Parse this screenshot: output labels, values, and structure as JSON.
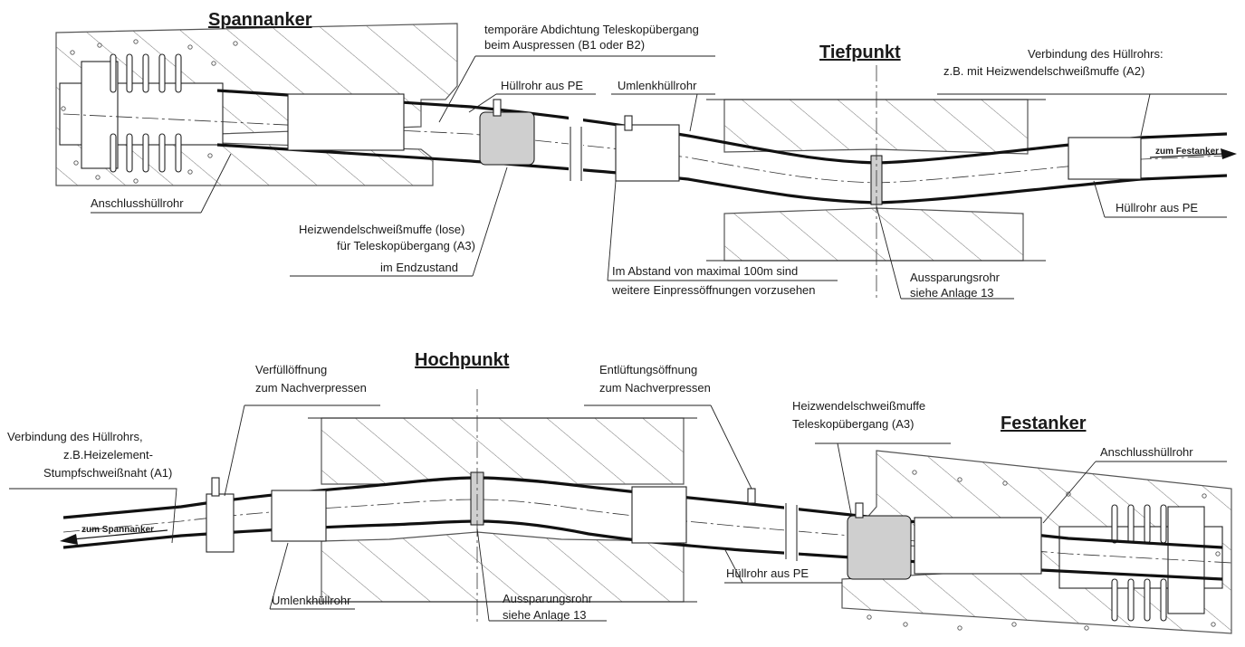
{
  "titles": {
    "spannanker": "Spannanker",
    "tiefpunkt": "Tiefpunkt",
    "hochpunkt": "Hochpunkt",
    "festanker": "Festanker"
  },
  "top_labels": {
    "temp_abdichtung_1": "temporäre Abdichtung Teleskopübergang",
    "temp_abdichtung_2": "beim Auspressen (B1 oder B2)",
    "huellrohr_pe_1": "Hüllrohr aus PE",
    "umlenkhuellrohr_1": "Umlenkhüllrohr",
    "verbindung_a2_1": "Verbindung des Hüllrohrs:",
    "verbindung_a2_2": "z.B. mit Heizwendelschweißmuffe (A2)",
    "anschlusshuellrohr_1": "Anschlusshüllrohr",
    "heizwendel_lose_1": "Heizwendelschweißmuffe (lose)",
    "heizwendel_lose_2": "für Teleskopübergang (A3)",
    "heizwendel_lose_3": "im Endzustand",
    "abstand_1": "Im Abstand von maximal 100m sind",
    "abstand_2": "weitere Einpressöffnungen vorzusehen",
    "aussparung_1a": "Aussparungsrohr",
    "aussparung_1b": "siehe Anlage 13",
    "huellrohr_pe_2": "Hüllrohr aus PE",
    "zum_festanker": "zum Festanker"
  },
  "bottom_labels": {
    "verfuell_1": "Verfüllöffnung",
    "verfuell_2": "zum Nachverpressen",
    "entlueft_1": "Entlüftungsöffnung",
    "entlueft_2": "zum Nachverpressen",
    "heizwendel_a3_1": "Heizwendelschweißmuffe",
    "heizwendel_a3_2": "Teleskopübergang (A3)",
    "anschlusshuellrohr_2": "Anschlusshüllrohr",
    "verbindung_a1_1": "Verbindung des Hüllrohrs,",
    "verbindung_a1_2": "z.B.Heizelement-",
    "verbindung_a1_3": "Stumpfschweißnaht (A1)",
    "zum_spannanker": "zum Spannanker",
    "umlenkhuellrohr_2": "Umlenkhüllrohr",
    "aussparung_2a": "Aussparungsrohr",
    "aussparung_2b": "siehe Anlage 13",
    "huellrohr_pe_3": "Hüllrohr aus PE"
  }
}
